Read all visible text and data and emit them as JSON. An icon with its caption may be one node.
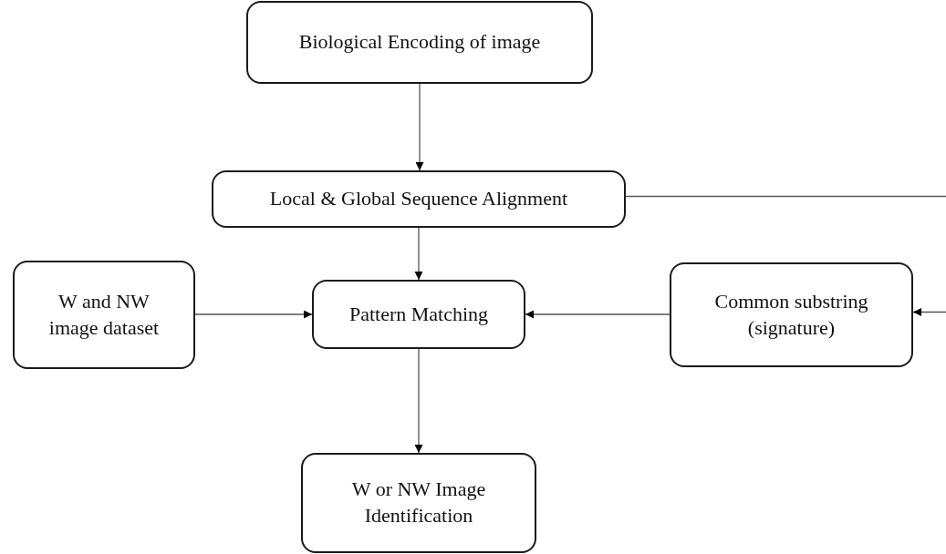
{
  "diagram": {
    "nodes": [
      {
        "text": [
          "Biological Encoding of image"
        ]
      },
      {
        "text": [
          "Local & Global Sequence Alignment"
        ]
      },
      {
        "text": [
          "W and NW image dataset"
        ]
      },
      {
        "text": [
          "Pattern Matching"
        ]
      },
      {
        "text": [
          "Common substring (signature)"
        ]
      },
      {
        "text": [
          "W or NW Image Identification"
        ]
      }
    ],
    "edges": [
      {
        "from": 0,
        "to": 1,
        "arrow": "to"
      },
      {
        "from": 1,
        "to": 3,
        "arrow": "to"
      },
      {
        "from": 2,
        "to": 3,
        "arrow": "to"
      },
      {
        "from": 4,
        "to": 3,
        "arrow": "to"
      },
      {
        "from": 3,
        "to": 5,
        "arrow": "to"
      },
      {
        "from": 1,
        "to": null,
        "arrow": "none"
      },
      {
        "from": null,
        "to": 4,
        "arrow": "to"
      }
    ]
  }
}
